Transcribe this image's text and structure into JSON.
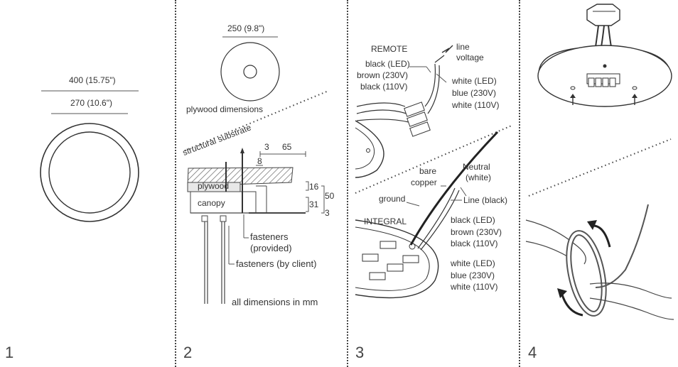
{
  "panel1": {
    "step": "1",
    "dim_outer": "400 (15.75\")",
    "dim_inner": "270 (10.6\")"
  },
  "panel2": {
    "step": "2",
    "dim_plywood_disc": "250 (9.8\")",
    "plywood_dimensions": "plywood dimensions",
    "structural_substrate": "structural substrate",
    "dim_3": "3",
    "dim_65": "65",
    "dim_8": "8",
    "plywood": "plywood",
    "canopy": "canopy",
    "dim_16": "16",
    "dim_50": "50",
    "dim_31": "31",
    "dim_3b": "3",
    "fasteners_provided_1": "fasteners",
    "fasteners_provided_2": "(provided)",
    "fasteners_client": "fasteners (by client)",
    "all_dimensions": "all dimensions in mm"
  },
  "panel3": {
    "step": "3",
    "remote": "REMOTE",
    "line_voltage_1": "line",
    "line_voltage_2": "voltage",
    "left_wires_1": "black (LED)",
    "left_wires_2": "brown (230V)",
    "left_wires_3": "black (110V)",
    "right_wires_1": "white (LED)",
    "right_wires_2": "blue (230V)",
    "right_wires_3": "white (110V)",
    "bare_copper_1": "bare",
    "bare_copper_2": "copper",
    "neutral_1": "Neutral",
    "neutral_2": "(white)",
    "ground": "ground",
    "line_black": "Line (black)",
    "integral": "INTEGRAL",
    "int_wires_1": "black (LED)",
    "int_wires_2": "brown (230V)",
    "int_wires_3": "black (110V)",
    "int_wires_4": "white (LED)",
    "int_wires_5": "blue (230V)",
    "int_wires_6": "white (110V)"
  },
  "panel4": {
    "step": "4"
  }
}
